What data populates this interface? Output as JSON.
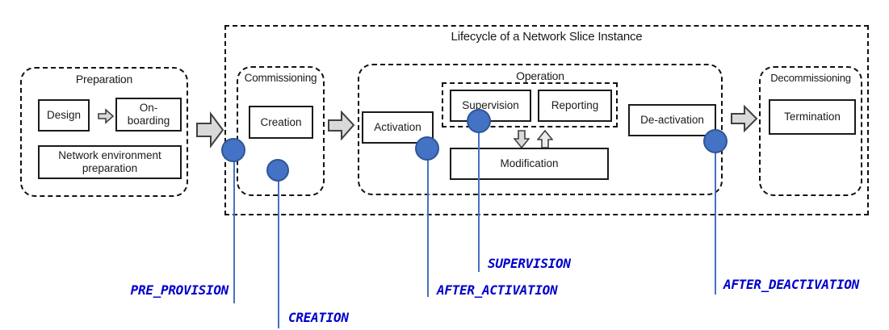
{
  "title": "Lifecycle of a Network Slice Instance",
  "phases": {
    "preparation": {
      "label": "Preparation",
      "design": "Design",
      "onboarding": "On-\nboarding",
      "network_env": "Network environment preparation"
    },
    "commissioning": {
      "label": "Commissioning",
      "creation": "Creation"
    },
    "operation": {
      "label": "Operation",
      "activation": "Activation",
      "supervision": "Supervision",
      "reporting": "Reporting",
      "modification": "Modification",
      "deactivation": "De-activation"
    },
    "decommissioning": {
      "label": "Decommissioning",
      "termination": "Termination"
    }
  },
  "markers": {
    "pre_provision": "PRE_PROVISION",
    "creation": "CREATION",
    "after_activation": "AFTER_ACTIVATION",
    "supervision": "SUPERVISION",
    "after_deactivation": "AFTER_DEACTIVATION"
  },
  "colors": {
    "marker_fill": "#4472C4",
    "marker_border": "#2F5597",
    "marker_line": "#4472C4",
    "marker_label": "#0000CC",
    "arrow_fill": "#D9D9D9",
    "arrow_stroke": "#404040"
  }
}
